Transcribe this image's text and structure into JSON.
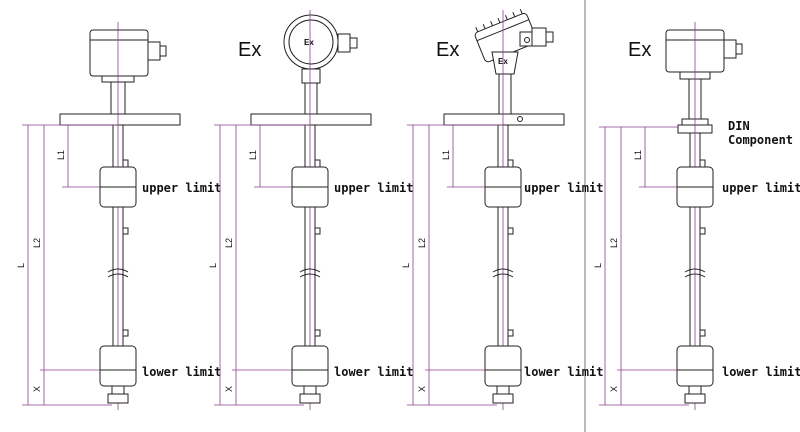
{
  "labels": {
    "upper_limit": "upper limit",
    "lower_limit": "lower limit",
    "ex": "Ex",
    "din_1": "DIN",
    "din_2": "Component"
  },
  "dimensions": {
    "L": "L",
    "L1": "L1",
    "L2": "L2",
    "X": "X"
  }
}
